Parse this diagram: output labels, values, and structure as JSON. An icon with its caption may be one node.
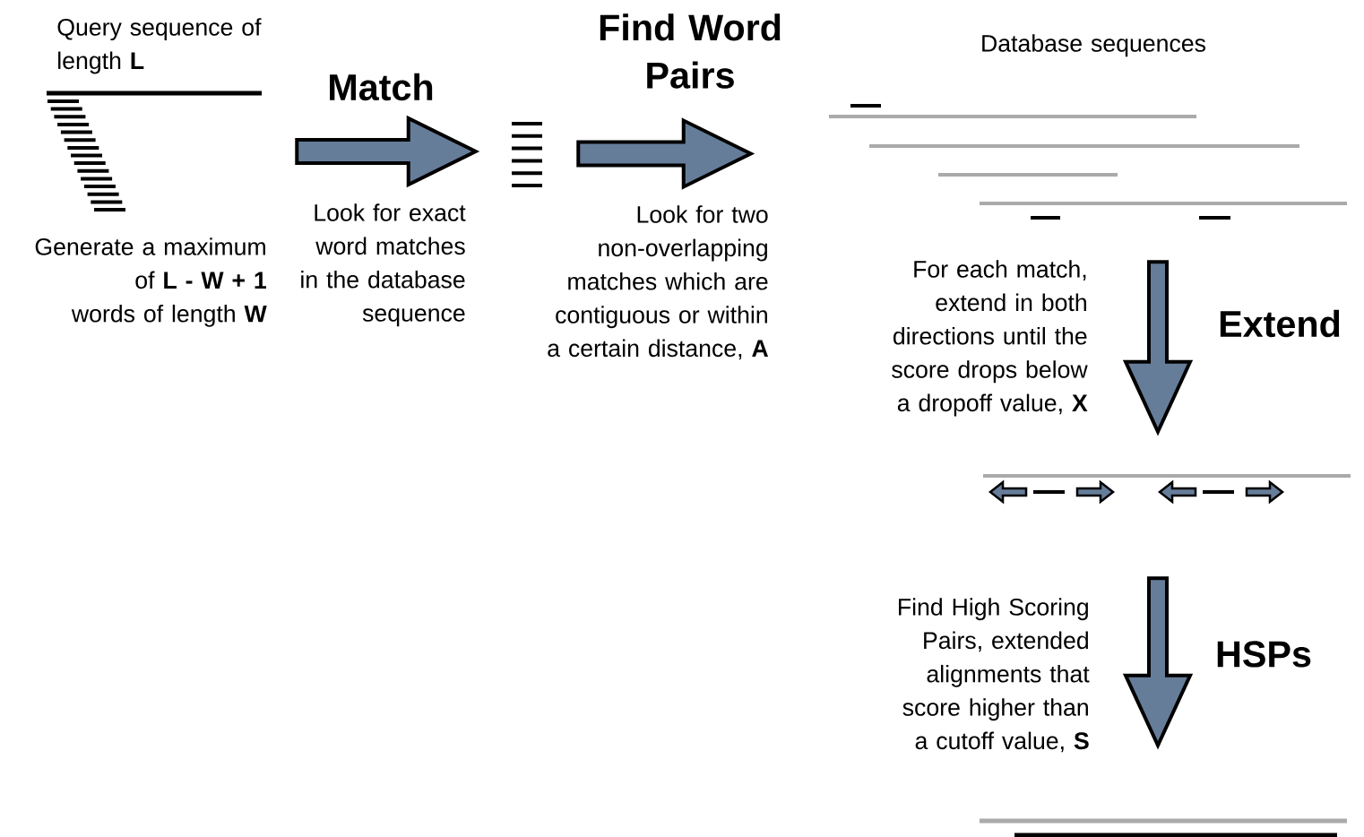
{
  "diagram": {
    "nodes": [
      {
        "text": [],
        "shape": "bar",
        "beside": [
          "Query sequence of length **L**",
          "Generate a maximum of **L - W + 1** words of length **W**"
        ]
      },
      {
        "text": [],
        "shape": "bar"
      },
      {
        "text": [],
        "shape": "bar",
        "beside": [
          "Database sequences"
        ]
      },
      {
        "text": [],
        "shape": "bar"
      },
      {
        "text": [],
        "shape": "bar"
      }
    ],
    "edges": [
      {
        "from": 0,
        "to": 1,
        "arrow": "to",
        "label": "Match"
      },
      {
        "from": 1,
        "to": 2,
        "arrow": "to",
        "label": "Find Word Pairs"
      },
      {
        "from": 2,
        "to": 3,
        "arrow": "to",
        "label": "Extend"
      },
      {
        "from": 3,
        "to": 4,
        "arrow": "to",
        "label": "HSPs"
      }
    ],
    "labels": [
      "Look for exact word matches in the database sequence",
      "Look for two non-overlapping matches which are contiguous or within a certain distance, **A**",
      "For each match, extend in both directions until the score drops below a dropoff value, **X**",
      "Find High Scoring Pairs, extended alignments that score higher than a cutoff value, **S**"
    ]
  }
}
